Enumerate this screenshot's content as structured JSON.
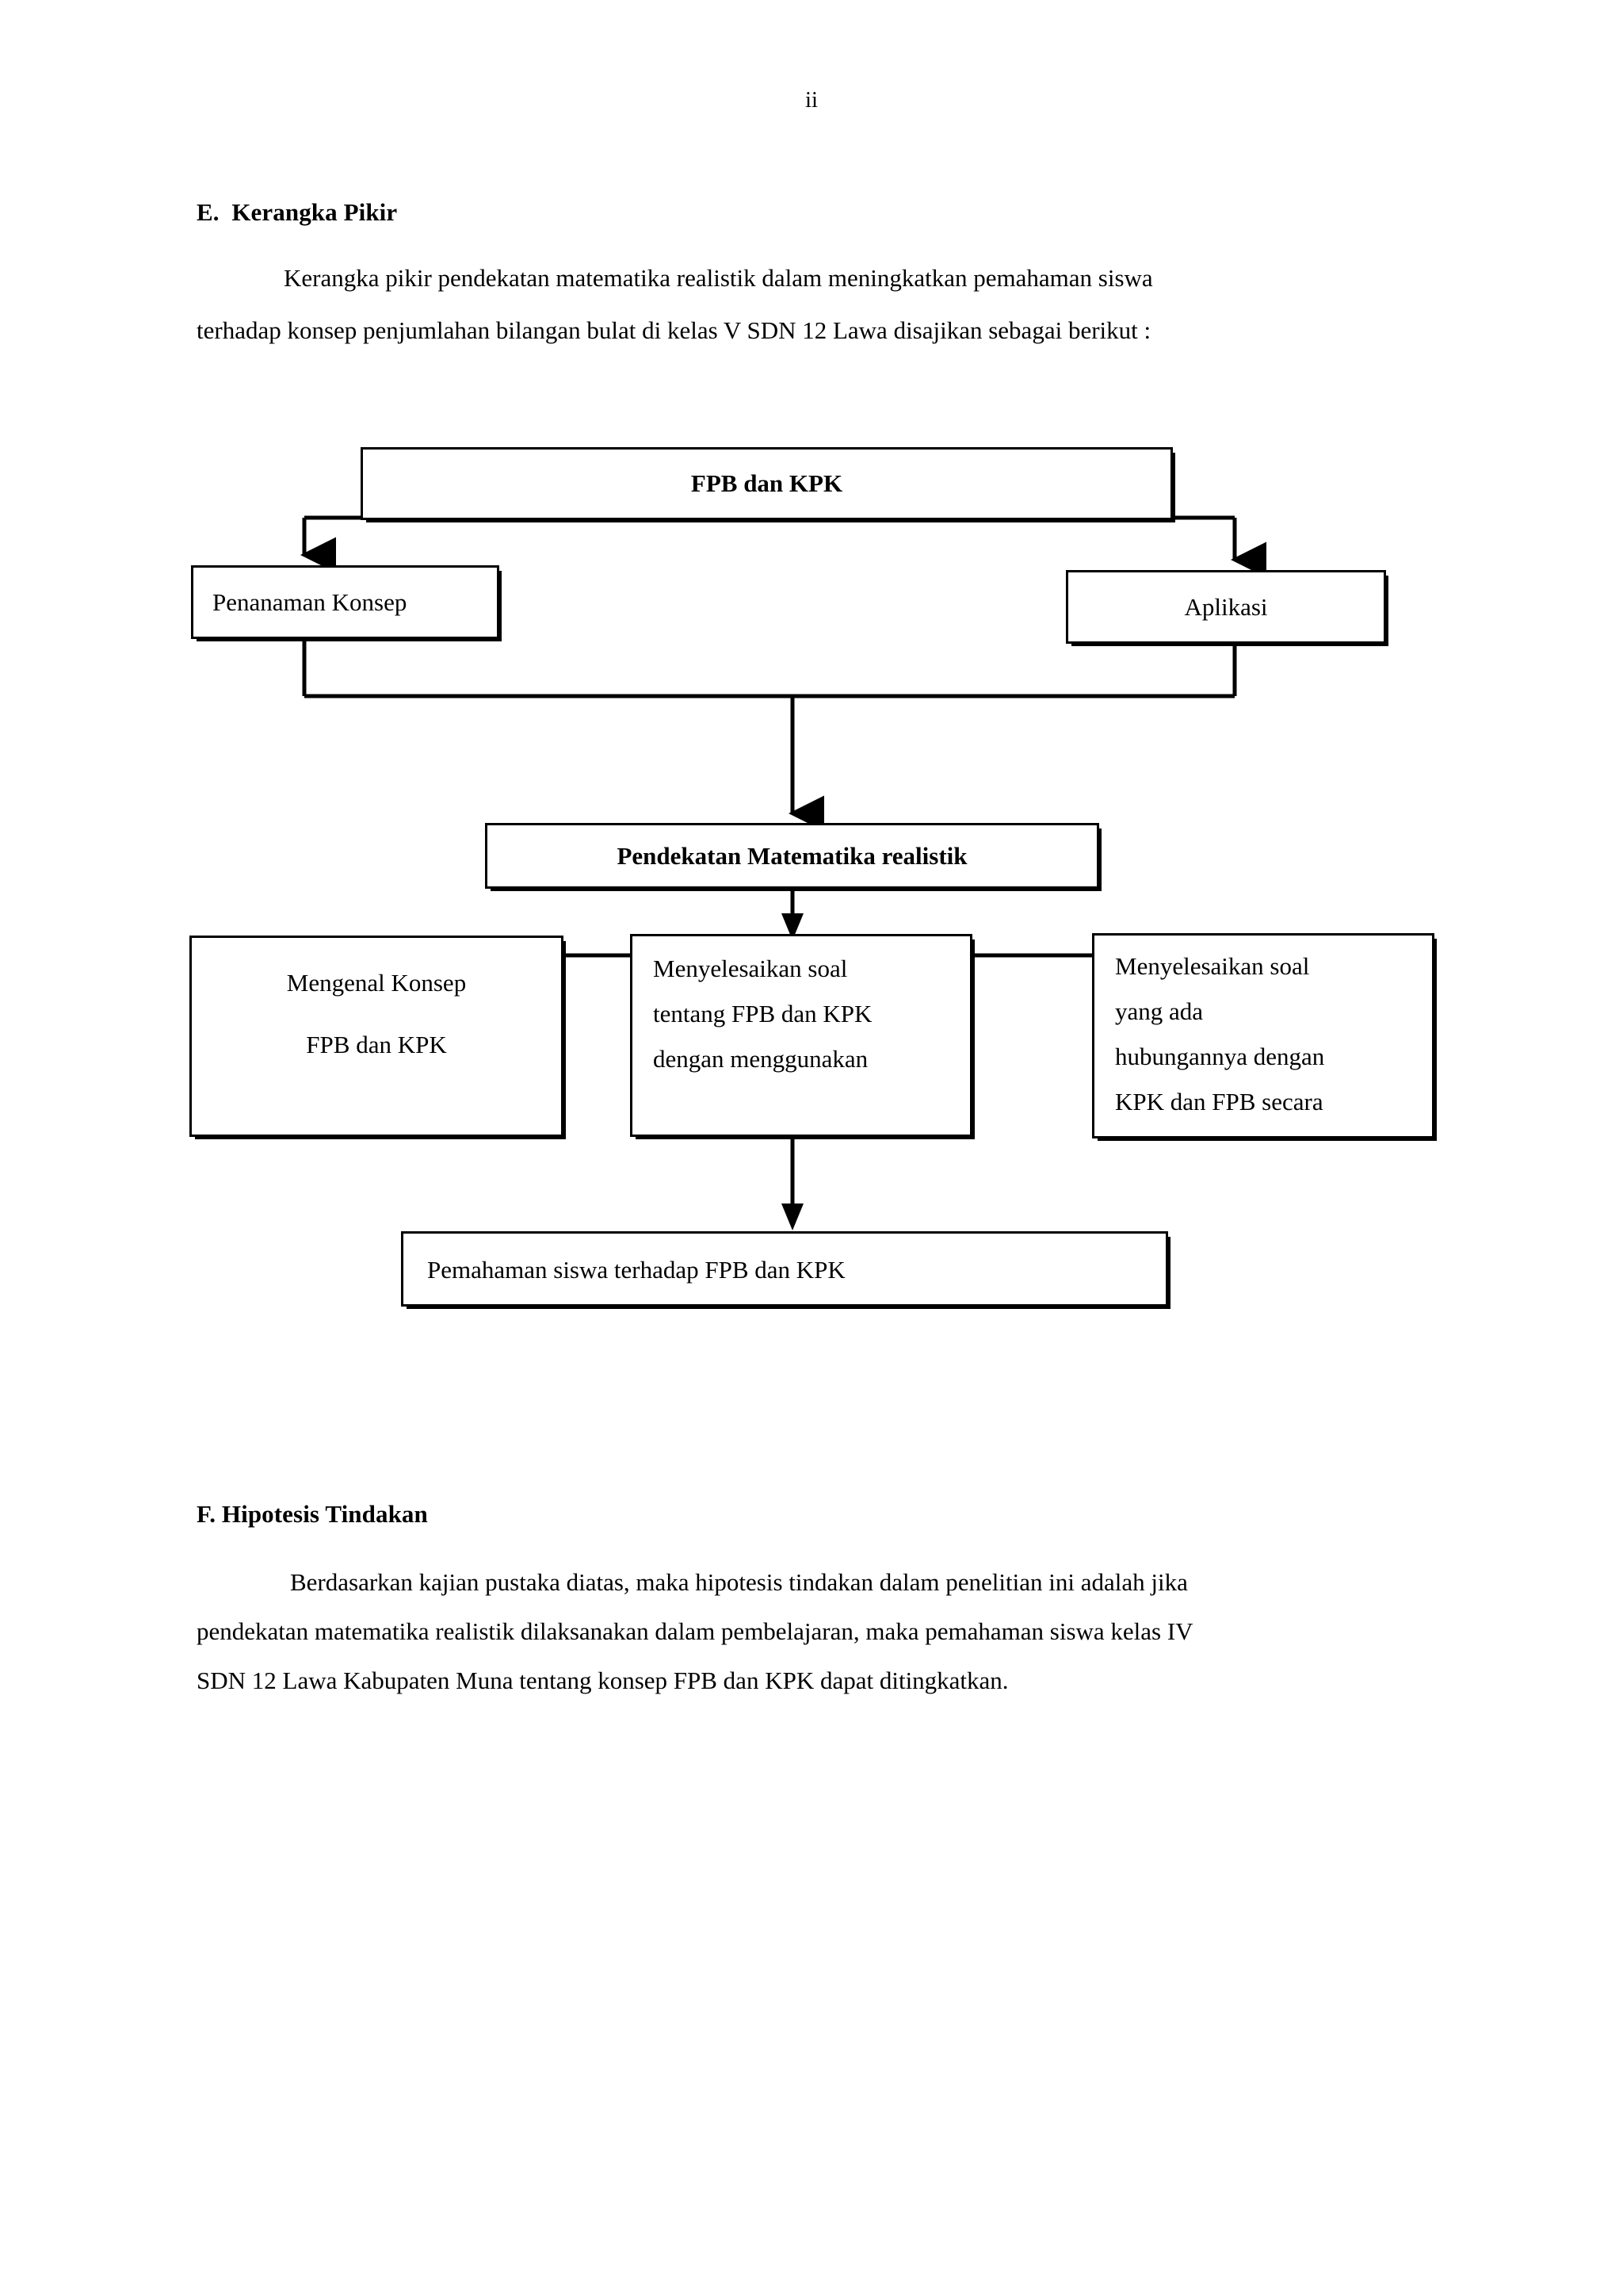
{
  "page": {
    "page_number": "ii"
  },
  "sections": [
    {
      "heading": "E.  Kerangka Pikir",
      "paragraph_lines": [
        "Kerangka pikir pendekatan matematika realistik dalam meningkatkan pemahaman siswa",
        "terhadap konsep penjumlahan bilangan bulat di kelas V SDN 12 Lawa disajikan sebagai berikut  :"
      ]
    },
    {
      "heading": "F. Hipotesis Tindakan",
      "paragraph_lines": [
        "Berdasarkan kajian pustaka diatas, maka hipotesis tindakan dalam penelitian ini adalah jika",
        "pendekatan matematika realistik dilaksanakan dalam pembelajaran, maka pemahaman siswa kelas IV",
        "SDN 12 Lawa Kabupaten Muna  tentang konsep FPB dan KPK dapat ditingkatkan."
      ]
    }
  ],
  "flowchart": {
    "nodes": {
      "root": "FPB dan KPK",
      "left_branch": "Penanaman Konsep",
      "right_branch": "Aplikasi",
      "approach": "Pendekatan Matematika realistik",
      "outcome_1_line_1": "Mengenal  Konsep",
      "outcome_1_line_2": "FPB dan KPK",
      "outcome_2_line_1": "Menyelesaikan soal",
      "outcome_2_line_2": "tentang FPB dan KPK",
      "outcome_2_line_3": "dengan menggunakan",
      "outcome_3_line_1": "Menyelesaikan soal",
      "outcome_3_line_2": "yang ada",
      "outcome_3_line_3": "hubungannya dengan",
      "outcome_3_line_4": "KPK dan FPB secara",
      "result": "Pemahaman siswa terhadap FPB dan KPK"
    }
  },
  "colors": {
    "ink": "#000000",
    "paper": "#ffffff"
  }
}
